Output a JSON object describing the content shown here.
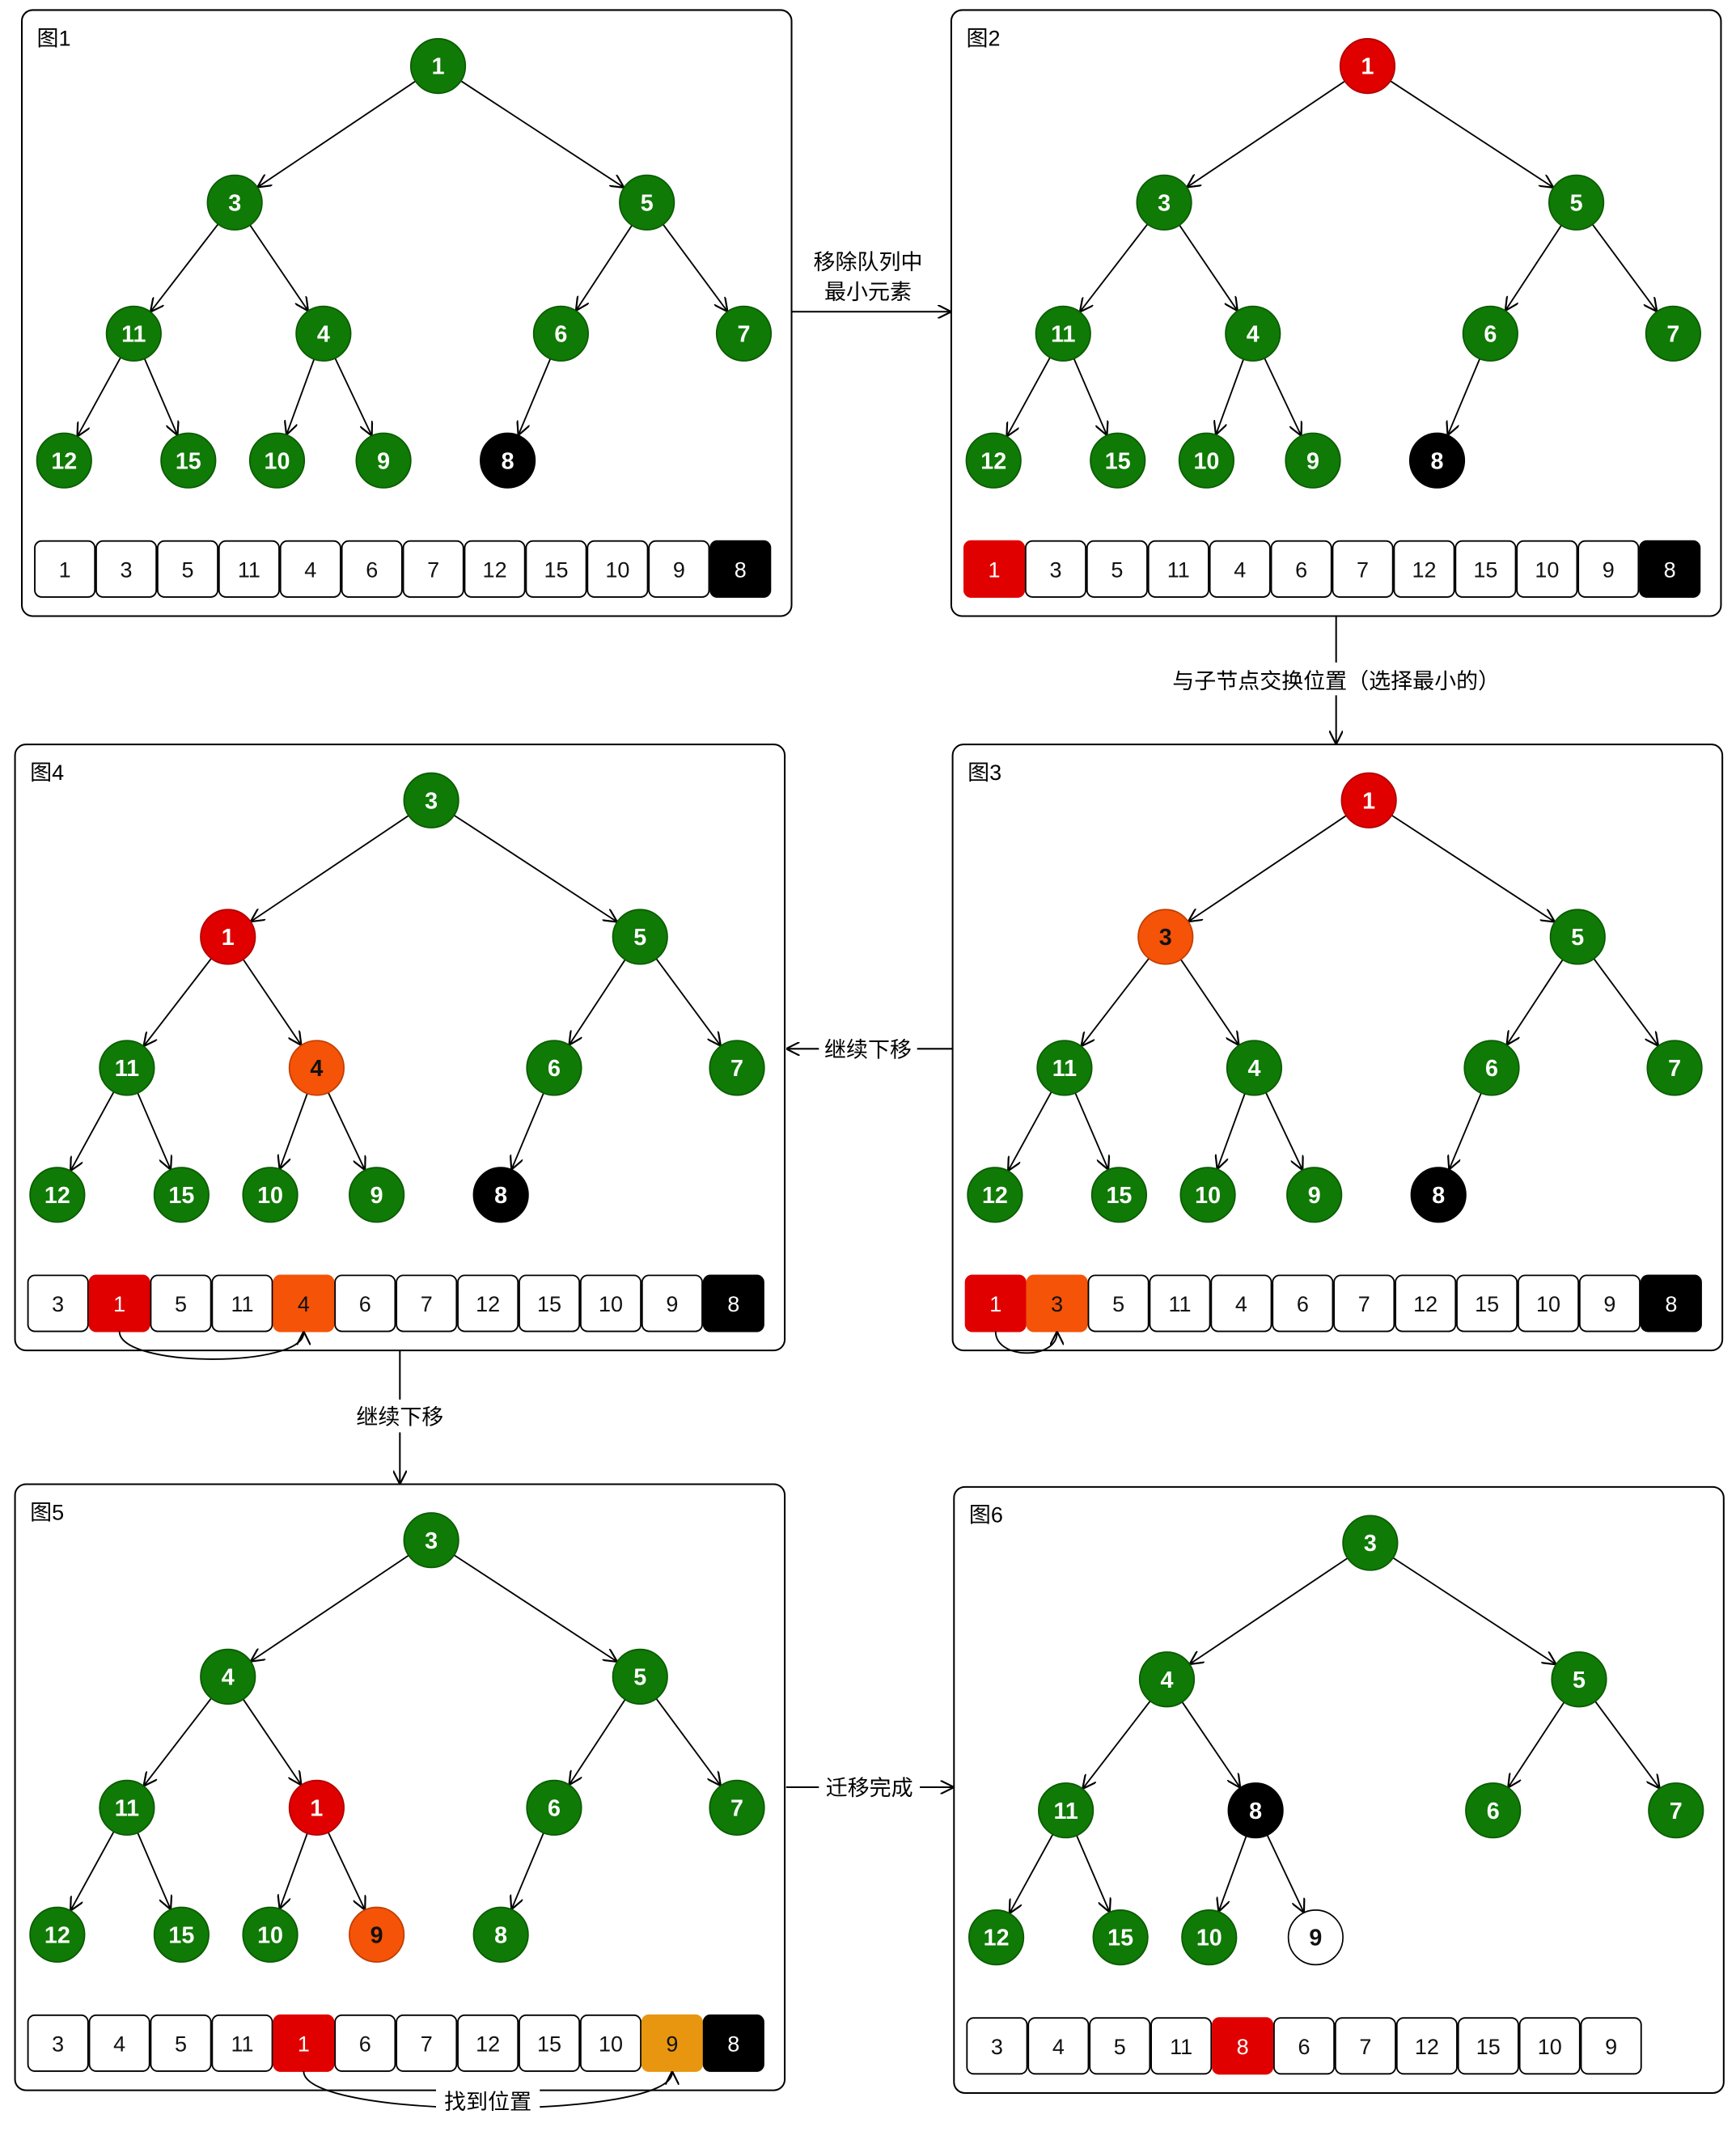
{
  "colors": {
    "g": "#0f7a05",
    "r": "#e00000",
    "o": "#f55307",
    "a": "#e8960f",
    "k": "#000000",
    "w": "#ffffff"
  },
  "panels": [
    {
      "title": "图1",
      "nodes": [
        {
          "v": "1",
          "c": "g"
        },
        {
          "v": "3",
          "c": "g"
        },
        {
          "v": "5",
          "c": "g"
        },
        {
          "v": "11",
          "c": "g"
        },
        {
          "v": "4",
          "c": "g"
        },
        {
          "v": "6",
          "c": "g"
        },
        {
          "v": "7",
          "c": "g"
        },
        {
          "v": "12",
          "c": "g"
        },
        {
          "v": "15",
          "c": "g"
        },
        {
          "v": "10",
          "c": "g"
        },
        {
          "v": "9",
          "c": "g"
        },
        {
          "v": "8",
          "c": "k"
        }
      ],
      "cells": [
        {
          "v": "1",
          "c": "w"
        },
        {
          "v": "3",
          "c": "w"
        },
        {
          "v": "5",
          "c": "w"
        },
        {
          "v": "11",
          "c": "w"
        },
        {
          "v": "4",
          "c": "w"
        },
        {
          "v": "6",
          "c": "w"
        },
        {
          "v": "7",
          "c": "w"
        },
        {
          "v": "12",
          "c": "w"
        },
        {
          "v": "15",
          "c": "w"
        },
        {
          "v": "10",
          "c": "w"
        },
        {
          "v": "9",
          "c": "w"
        },
        {
          "v": "8",
          "c": "k"
        }
      ]
    },
    {
      "title": "图2",
      "nodes": [
        {
          "v": "1",
          "c": "r"
        },
        {
          "v": "3",
          "c": "g"
        },
        {
          "v": "5",
          "c": "g"
        },
        {
          "v": "11",
          "c": "g"
        },
        {
          "v": "4",
          "c": "g"
        },
        {
          "v": "6",
          "c": "g"
        },
        {
          "v": "7",
          "c": "g"
        },
        {
          "v": "12",
          "c": "g"
        },
        {
          "v": "15",
          "c": "g"
        },
        {
          "v": "10",
          "c": "g"
        },
        {
          "v": "9",
          "c": "g"
        },
        {
          "v": "8",
          "c": "k"
        }
      ],
      "cells": [
        {
          "v": "1",
          "c": "r"
        },
        {
          "v": "3",
          "c": "w"
        },
        {
          "v": "5",
          "c": "w"
        },
        {
          "v": "11",
          "c": "w"
        },
        {
          "v": "4",
          "c": "w"
        },
        {
          "v": "6",
          "c": "w"
        },
        {
          "v": "7",
          "c": "w"
        },
        {
          "v": "12",
          "c": "w"
        },
        {
          "v": "15",
          "c": "w"
        },
        {
          "v": "10",
          "c": "w"
        },
        {
          "v": "9",
          "c": "w"
        },
        {
          "v": "8",
          "c": "k"
        }
      ]
    },
    {
      "title": "图3",
      "nodes": [
        {
          "v": "1",
          "c": "r"
        },
        {
          "v": "3",
          "c": "o"
        },
        {
          "v": "5",
          "c": "g"
        },
        {
          "v": "11",
          "c": "g"
        },
        {
          "v": "4",
          "c": "g"
        },
        {
          "v": "6",
          "c": "g"
        },
        {
          "v": "7",
          "c": "g"
        },
        {
          "v": "12",
          "c": "g"
        },
        {
          "v": "15",
          "c": "g"
        },
        {
          "v": "10",
          "c": "g"
        },
        {
          "v": "9",
          "c": "g"
        },
        {
          "v": "8",
          "c": "k"
        }
      ],
      "cells": [
        {
          "v": "1",
          "c": "r"
        },
        {
          "v": "3",
          "c": "o"
        },
        {
          "v": "5",
          "c": "w"
        },
        {
          "v": "11",
          "c": "w"
        },
        {
          "v": "4",
          "c": "w"
        },
        {
          "v": "6",
          "c": "w"
        },
        {
          "v": "7",
          "c": "w"
        },
        {
          "v": "12",
          "c": "w"
        },
        {
          "v": "15",
          "c": "w"
        },
        {
          "v": "10",
          "c": "w"
        },
        {
          "v": "9",
          "c": "w"
        },
        {
          "v": "8",
          "c": "k"
        }
      ],
      "arc": {
        "from": 0,
        "to": 1
      }
    },
    {
      "title": "图4",
      "nodes": [
        {
          "v": "3",
          "c": "g"
        },
        {
          "v": "1",
          "c": "r"
        },
        {
          "v": "5",
          "c": "g"
        },
        {
          "v": "11",
          "c": "g"
        },
        {
          "v": "4",
          "c": "o"
        },
        {
          "v": "6",
          "c": "g"
        },
        {
          "v": "7",
          "c": "g"
        },
        {
          "v": "12",
          "c": "g"
        },
        {
          "v": "15",
          "c": "g"
        },
        {
          "v": "10",
          "c": "g"
        },
        {
          "v": "9",
          "c": "g"
        },
        {
          "v": "8",
          "c": "k"
        }
      ],
      "cells": [
        {
          "v": "3",
          "c": "w"
        },
        {
          "v": "1",
          "c": "r"
        },
        {
          "v": "5",
          "c": "w"
        },
        {
          "v": "11",
          "c": "w"
        },
        {
          "v": "4",
          "c": "o"
        },
        {
          "v": "6",
          "c": "w"
        },
        {
          "v": "7",
          "c": "w"
        },
        {
          "v": "12",
          "c": "w"
        },
        {
          "v": "15",
          "c": "w"
        },
        {
          "v": "10",
          "c": "w"
        },
        {
          "v": "9",
          "c": "w"
        },
        {
          "v": "8",
          "c": "k"
        }
      ],
      "arc": {
        "from": 1,
        "to": 4
      }
    },
    {
      "title": "图5",
      "nodes": [
        {
          "v": "3",
          "c": "g"
        },
        {
          "v": "4",
          "c": "g"
        },
        {
          "v": "5",
          "c": "g"
        },
        {
          "v": "11",
          "c": "g"
        },
        {
          "v": "1",
          "c": "r"
        },
        {
          "v": "6",
          "c": "g"
        },
        {
          "v": "7",
          "c": "g"
        },
        {
          "v": "12",
          "c": "g"
        },
        {
          "v": "15",
          "c": "g"
        },
        {
          "v": "10",
          "c": "g"
        },
        {
          "v": "9",
          "c": "o"
        },
        {
          "v": "8",
          "c": "g"
        }
      ],
      "cells": [
        {
          "v": "3",
          "c": "w"
        },
        {
          "v": "4",
          "c": "w"
        },
        {
          "v": "5",
          "c": "w"
        },
        {
          "v": "11",
          "c": "w"
        },
        {
          "v": "1",
          "c": "r"
        },
        {
          "v": "6",
          "c": "w"
        },
        {
          "v": "7",
          "c": "w"
        },
        {
          "v": "12",
          "c": "w"
        },
        {
          "v": "15",
          "c": "w"
        },
        {
          "v": "10",
          "c": "w"
        },
        {
          "v": "9",
          "c": "a"
        },
        {
          "v": "8",
          "c": "k"
        }
      ],
      "arc": {
        "from": 4,
        "to": 10,
        "label": "找到位置"
      }
    },
    {
      "title": "图6",
      "nodes": [
        {
          "v": "3",
          "c": "g"
        },
        {
          "v": "4",
          "c": "g"
        },
        {
          "v": "5",
          "c": "g"
        },
        {
          "v": "11",
          "c": "g"
        },
        {
          "v": "8",
          "c": "k"
        },
        {
          "v": "6",
          "c": "g"
        },
        {
          "v": "7",
          "c": "g"
        },
        {
          "v": "12",
          "c": "g"
        },
        {
          "v": "15",
          "c": "g"
        },
        {
          "v": "10",
          "c": "g"
        },
        {
          "v": "9",
          "c": "w"
        }
      ],
      "cells": [
        {
          "v": "3",
          "c": "w"
        },
        {
          "v": "4",
          "c": "w"
        },
        {
          "v": "5",
          "c": "w"
        },
        {
          "v": "11",
          "c": "w"
        },
        {
          "v": "8",
          "c": "r"
        },
        {
          "v": "6",
          "c": "w"
        },
        {
          "v": "7",
          "c": "w"
        },
        {
          "v": "12",
          "c": "w"
        },
        {
          "v": "15",
          "c": "w"
        },
        {
          "v": "10",
          "c": "w"
        },
        {
          "v": "9",
          "c": "w"
        }
      ]
    }
  ],
  "transitions": {
    "t12_line1": "移除队列中",
    "t12_line2": "最小元素",
    "t23": "与子节点交换位置（选择最小的）",
    "t34": "继续下移",
    "t45": "继续下移",
    "t56": "迁移完成"
  }
}
